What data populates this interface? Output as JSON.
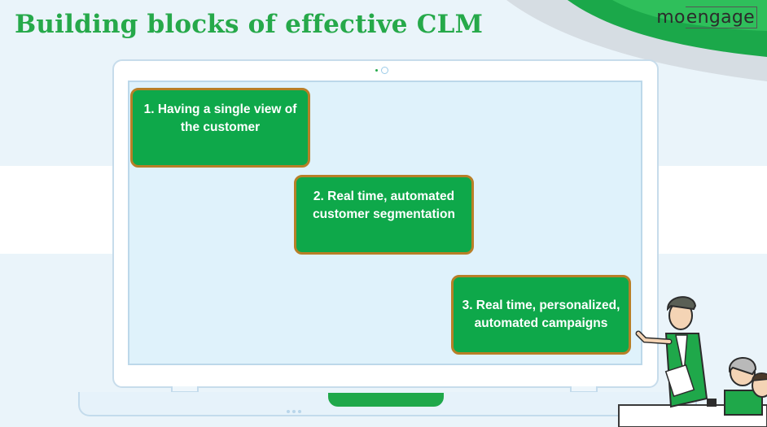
{
  "header": {
    "title": "Building blocks of effective CLM",
    "logo_part1": "mo",
    "logo_part2": "engage"
  },
  "blocks": [
    {
      "label": "1. Having a single view of the customer"
    },
    {
      "label": "2. Real time, automated customer segmentation"
    },
    {
      "label": "3. Real time, personalized, automated campaigns"
    }
  ],
  "colors": {
    "title_green": "#26a94a",
    "block_fill": "#0ea84a",
    "block_border": "#b87f27",
    "screen_bg": "#dff2fb",
    "page_bg": "#eaf4fa"
  },
  "icons": {
    "illustration": "presenter-and-audience-illustration",
    "laptop": "laptop-illustration"
  }
}
